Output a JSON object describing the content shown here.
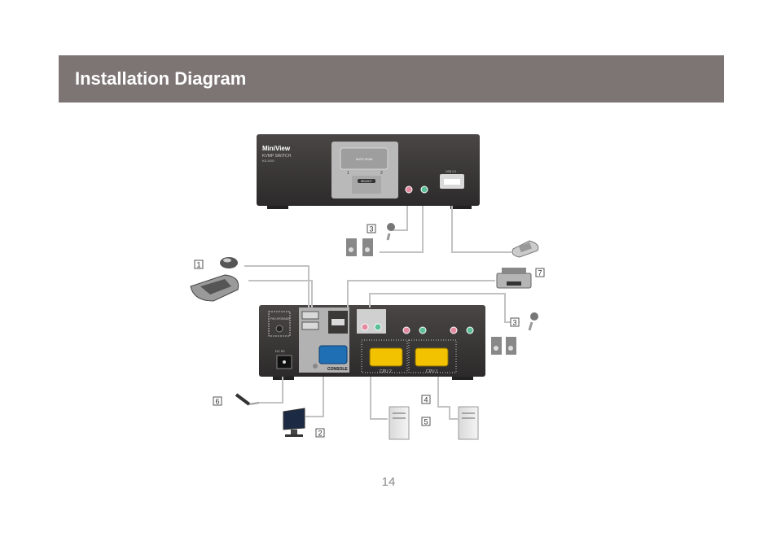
{
  "header": {
    "title": "Installation Diagram"
  },
  "front_panel": {
    "brand": "MiniView",
    "model_line1": "KVMP SWITCH",
    "model_line2": "KX-XXX",
    "auto_scan": "AUTO SCAN",
    "port1": "1",
    "port2": "2",
    "select": "SELECT",
    "usb": "USB 2.0"
  },
  "rear_panel": {
    "console": "CONSOLE",
    "cpu2": "CPU 2",
    "cpu1": "CPU 1",
    "dc": "DC 5V",
    "firmware": "FW UPGRADE"
  },
  "callouts": {
    "c1": "1",
    "c2": "2",
    "c3a": "3",
    "c3b": "3",
    "c4": "4",
    "c5": "5",
    "c6": "6",
    "c7": "7"
  },
  "footer": {
    "page_number": "14"
  },
  "colors": {
    "banner": "#7d7574",
    "device": "#3b3838",
    "vga": "#f2c200",
    "console_vga": "#1f6fb5"
  }
}
